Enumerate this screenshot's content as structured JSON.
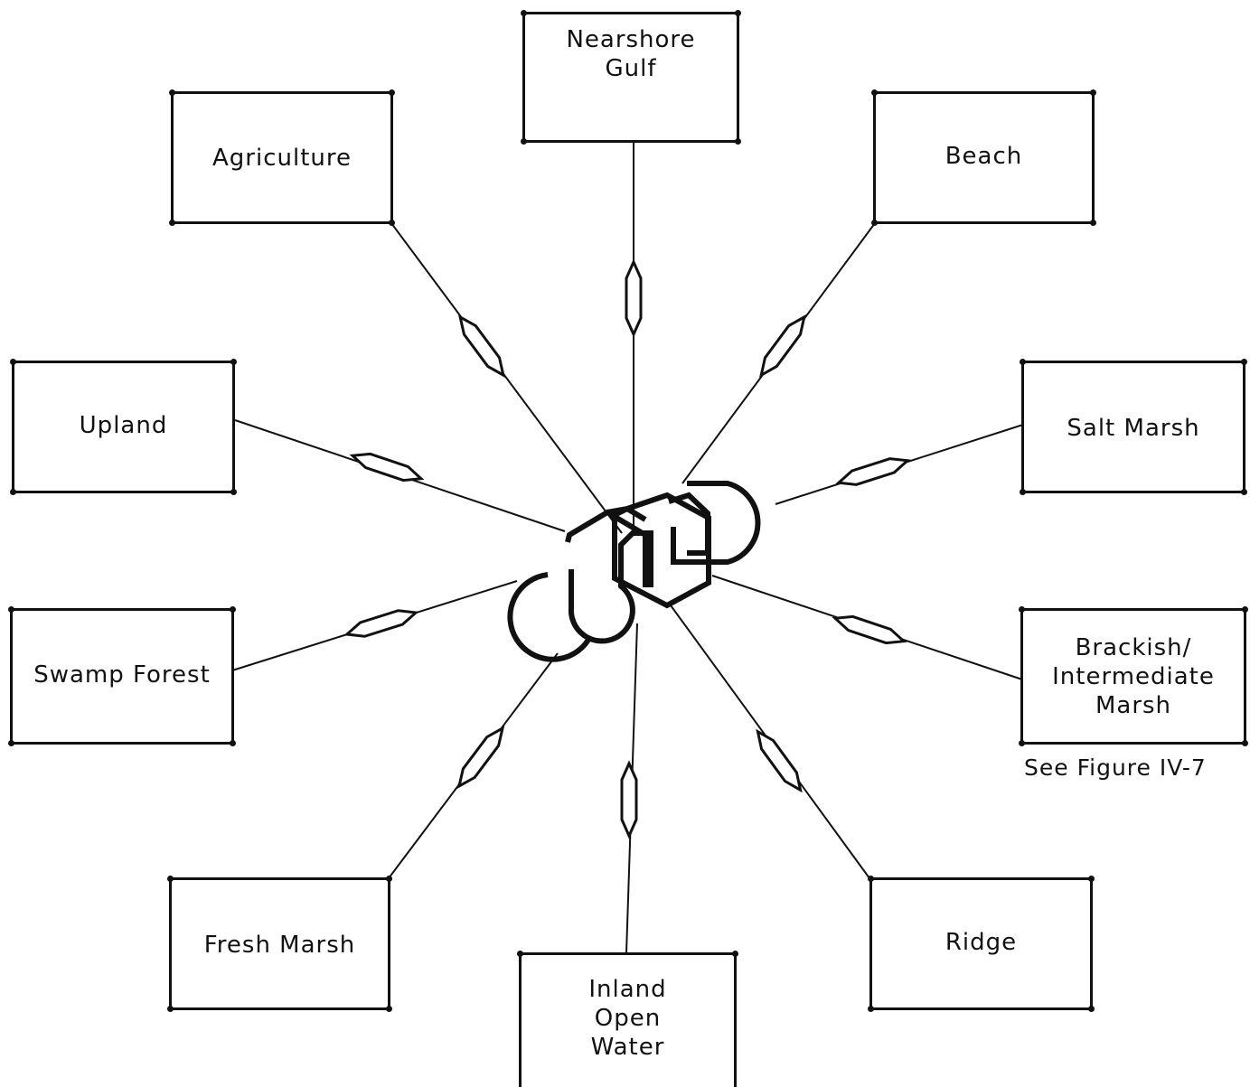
{
  "habitats": {
    "nearshore_gulf": "Nearshore\nGulf",
    "agriculture": "Agriculture",
    "beach": "Beach",
    "upland": "Upland",
    "salt_marsh": "Salt Marsh",
    "swamp_forest": "Swamp Forest",
    "brackish_marsh": "Brackish/\nIntermediate\nMarsh",
    "fresh_marsh": "Fresh Marsh",
    "inland_open_water": "Inland\nOpen\nWater",
    "ridge": "Ridge"
  },
  "footnote": "See Figure IV-7",
  "colors": {
    "ink": "#111111",
    "background": "#ffffff"
  }
}
